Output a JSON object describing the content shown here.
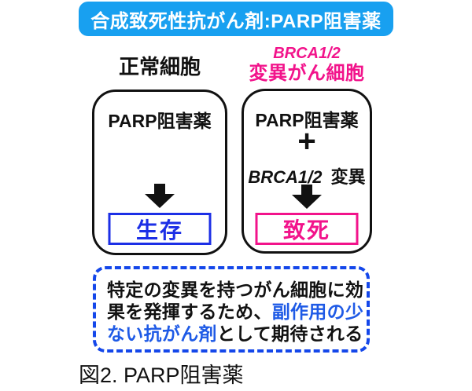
{
  "colors": {
    "banner_blue": "#18a0f0",
    "pink": "#f2138b",
    "survival_blue": "#1c2fe6",
    "dashed_blue": "#1447ea",
    "highlight_blue": "#1e5ae6",
    "ink": "#111111"
  },
  "banner": {
    "title": "合成致死性抗がん剤:PARP阻害薬"
  },
  "left_column": {
    "header": "正常細胞",
    "cell_box": {
      "drug": "PARP阻害薬",
      "arrow_icon": "down-block-arrow",
      "outcome": "生存"
    }
  },
  "right_column": {
    "header_gene": "BRCA1/2",
    "header_cell": "変異がん細胞",
    "cell_box": {
      "drug": "PARP阻害薬",
      "plus": "+",
      "mutation_gene": "BRCA1/2",
      "mutation_word": "変異",
      "arrow_icon": "down-block-arrow",
      "outcome": "致死"
    }
  },
  "note_box": {
    "line1": "特定の変異を持つがん細胞に効",
    "line2_black": "果を発揮するため、",
    "line2_blue": "副作用の少",
    "line3_blue": "ない抗がん剤",
    "line3_black": "として期待される"
  },
  "caption": "図2. PARP阻害薬"
}
